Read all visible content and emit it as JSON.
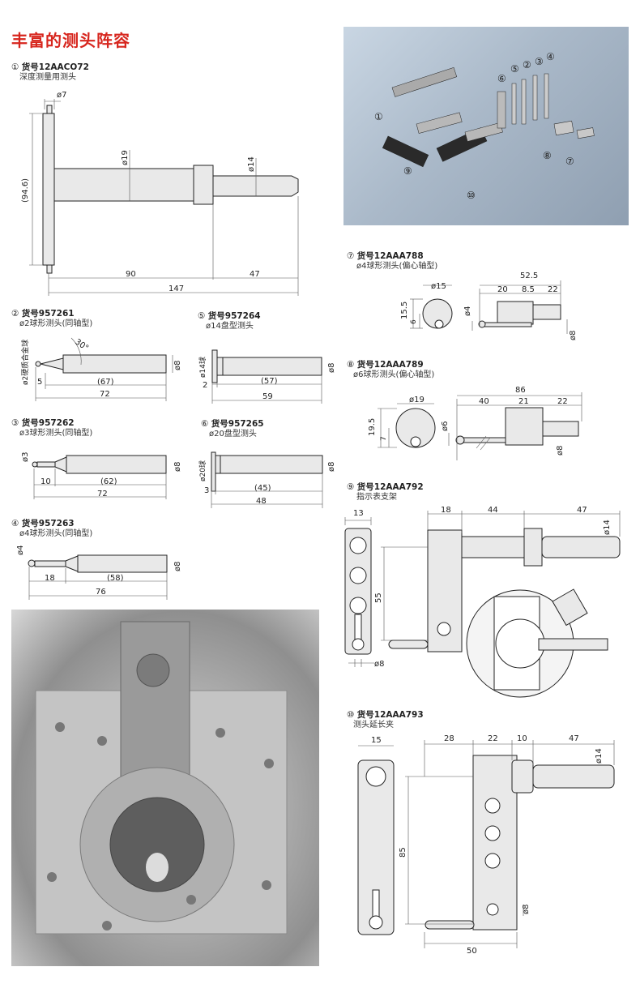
{
  "page_title": "丰富的测头阵容",
  "items": {
    "i1": {
      "no": "①",
      "code": "货号12AACO72",
      "desc": "深度测量用测头",
      "dims": {
        "d_top": "ø7",
        "d19": "ø19",
        "d14": "ø14",
        "h": "(94.6)",
        "a": "90",
        "b": "47",
        "total": "147"
      }
    },
    "i2": {
      "no": "②",
      "code": "货号957261",
      "desc": "ø2球形测头(同轴型)",
      "dims": {
        "side": "ø2硬质合金球",
        "angle": "30°",
        "d8": "ø8",
        "a": "5",
        "b": "(67)",
        "total": "72"
      }
    },
    "i3": {
      "no": "③",
      "code": "货号957262",
      "desc": "ø3球形测头(同轴型)",
      "dims": {
        "side": "ø3",
        "d8": "ø8",
        "a": "10",
        "b": "(62)",
        "total": "72"
      }
    },
    "i4": {
      "no": "④",
      "code": "货号957263",
      "desc": "ø4球形测头(同轴型)",
      "dims": {
        "side": "ø4",
        "d8": "ø8",
        "a": "18",
        "b": "(58)",
        "total": "76"
      }
    },
    "i5": {
      "no": "⑤",
      "code": "货号957264",
      "desc": "ø14盘型测头",
      "dims": {
        "side": "ø14球",
        "d8": "ø8",
        "a": "2",
        "b": "(57)",
        "total": "59"
      }
    },
    "i6": {
      "no": "⑥",
      "code": "货号957265",
      "desc": "ø20盘型测头",
      "dims": {
        "side": "ø20球",
        "d8": "ø8",
        "a": "3",
        "b": "(45)",
        "total": "48"
      }
    },
    "i7": {
      "no": "⑦",
      "code": "货号12AAA788",
      "desc": "ø4球形测头(偏心轴型)",
      "dims": {
        "d15": "ø15",
        "h1": "15.5",
        "h2": "6",
        "top": "52.5",
        "a": "20",
        "b": "8.5",
        "c": "22",
        "d4": "ø4",
        "d8": "ø8"
      }
    },
    "i8": {
      "no": "⑧",
      "code": "货号12AAA789",
      "desc": "ø6球形测头(偏心轴型)",
      "dims": {
        "d19": "ø19",
        "h1": "19.5",
        "h2": "7",
        "top": "86",
        "a": "40",
        "b": "21",
        "c": "22",
        "d6": "ø6",
        "d8": "ø8"
      }
    },
    "i9": {
      "no": "⑨",
      "code": "货号12AAA792",
      "desc": "指示表支架",
      "dims": {
        "w": "13",
        "a": "18",
        "b": "44",
        "c": "47",
        "d14": "ø14",
        "h": "55",
        "d8": "ø8"
      }
    },
    "i10": {
      "no": "⑩",
      "code": "货号12AAA793",
      "desc": "测头延长夹",
      "dims": {
        "w": "15",
        "a": "28",
        "b": "22",
        "c": "10",
        "d": "47",
        "d14": "ø14",
        "h": "85",
        "d8": "ø8",
        "bottom": "50"
      }
    }
  },
  "photo_callouts": [
    "①",
    "②",
    "③",
    "④",
    "⑤",
    "⑥",
    "⑦",
    "⑧",
    "⑨",
    "⑩"
  ]
}
